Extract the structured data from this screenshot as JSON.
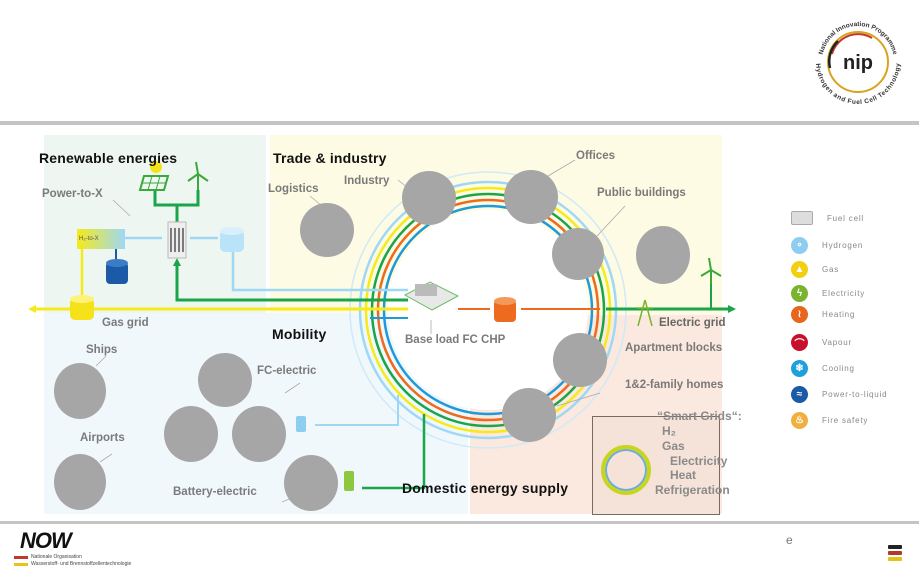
{
  "header": {
    "logo": {
      "name": "nip",
      "ring_text_top": "National Innovation Programme",
      "ring_text_bottom": "Hydrogen and Fuel Cell Technology"
    }
  },
  "sections": {
    "renewable": {
      "title": "Renewable energies",
      "power_to_x": "Power-to-X",
      "h2_to_x": "H₂-to-X",
      "gas_grid": "Gas grid"
    },
    "trade": {
      "title": "Trade & industry",
      "logistics": "Logistics",
      "industry": "Industry",
      "offices": "Offices",
      "public_buildings": "Public buildings"
    },
    "center": {
      "chp": "Base load FC CHP"
    },
    "grid": {
      "electric_grid": "Electric grid"
    },
    "mobility": {
      "title": "Mobility",
      "ships": "Ships",
      "airports": "Airports",
      "fc_electric": "FC-electric",
      "battery_electric": "Battery-electric"
    },
    "domestic": {
      "title": "Domestic energy supply",
      "apartment_blocks": "Apartment blocks",
      "family_homes": "1&2-family homes"
    }
  },
  "smart_grids": {
    "title": "“Smart Grids“:",
    "items": [
      "H₂",
      "Gas",
      "Electricity",
      "Heat",
      "Refrigeration"
    ]
  },
  "legend": [
    {
      "label": "Fuel cell",
      "icon": "fuel-cell-icon",
      "color": "#9a9a9a"
    },
    {
      "label": "Hydrogen",
      "icon": "hydrogen-icon",
      "color": "#8fcdf0"
    },
    {
      "label": "Gas",
      "icon": "gas-flame-icon",
      "color": "#f2cf12"
    },
    {
      "label": "Electricity",
      "icon": "lightning-icon",
      "color": "#7ab32e"
    },
    {
      "label": "Heating",
      "icon": "heating-icon",
      "color": "#e8651b"
    },
    {
      "label": "Vapour",
      "icon": "vapour-icon",
      "color": "#c8102e"
    },
    {
      "label": "Cooling",
      "icon": "snowflake-icon",
      "color": "#1ea0dc"
    },
    {
      "label": "Power-to-liquid",
      "icon": "wave-icon",
      "color": "#1b5aa6"
    },
    {
      "label": "Fire safety",
      "icon": "fire-icon",
      "color": "#f0b040"
    }
  ],
  "footer": {
    "logo_text": "NOW",
    "logo_sub1": "Nationale Organisation",
    "logo_sub2": "Wasserstoff- und Brennstoffzellentechnologie",
    "page_marker": "e"
  },
  "colors": {
    "hydrogen_line": "#9fd8f5",
    "gas_line": "#f5ea1a",
    "electric_line": "#1aa54a",
    "heat_line": "#ee6a1e",
    "cooling_line": "#1f9ad8",
    "zone_renewable": "#eef6f1",
    "zone_trade": "#fdfbe3",
    "zone_mobility": "#f0f8fc",
    "zone_domestic": "#fbe8de"
  }
}
